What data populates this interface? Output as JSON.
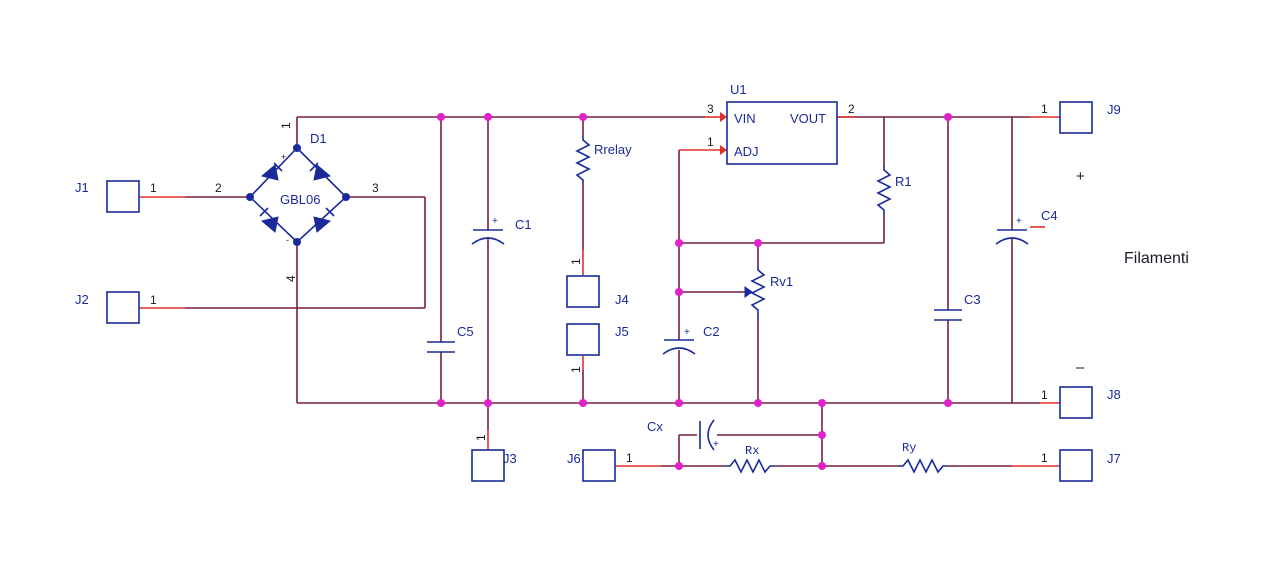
{
  "components": {
    "u1": {
      "ref": "U1",
      "vin": "VIN",
      "vout": "VOUT",
      "adj": "ADJ",
      "pin_vin": "3",
      "pin_vout": "2",
      "pin_adj": "1"
    },
    "d1": {
      "ref": "D1",
      "value": "GBL06",
      "pin1": "1",
      "pin2": "2",
      "pin3": "3",
      "pin4": "4",
      "plus": "+",
      "minus": "-"
    },
    "c1": {
      "ref": "C1",
      "plus": "+"
    },
    "c2": {
      "ref": "C2",
      "plus": "+"
    },
    "c3": {
      "ref": "C3"
    },
    "c4": {
      "ref": "C4",
      "plus": "+"
    },
    "c5": {
      "ref": "C5"
    },
    "cx": {
      "ref": "Cx",
      "plus": "+"
    },
    "r1": {
      "ref": "R1"
    },
    "rv1": {
      "ref": "Rv1"
    },
    "rrelay": {
      "ref": "Rrelay"
    },
    "rx": {
      "ref": "Rx"
    },
    "ry": {
      "ref": "Ry"
    },
    "j1": {
      "ref": "J1",
      "pin": "1"
    },
    "j2": {
      "ref": "J2",
      "pin": "1"
    },
    "j3": {
      "ref": "J3",
      "pin": "1"
    },
    "j4": {
      "ref": "J4",
      "pin": "1"
    },
    "j5": {
      "ref": "J5",
      "pin": "1"
    },
    "j6": {
      "ref": "J6",
      "pin": "1"
    },
    "j7": {
      "ref": "J7",
      "pin": "1"
    },
    "j8": {
      "ref": "J8",
      "pin": "1"
    },
    "j9": {
      "ref": "J9",
      "pin": "1"
    }
  },
  "annotations": {
    "output_label": "Filamenti",
    "plus_sign": "+",
    "minus_sign": "–"
  },
  "colors": {
    "wire": "#7a1f3d",
    "pin_stub": "#e0302a",
    "component": "#1a2a9a",
    "junction": "#e020c8"
  }
}
